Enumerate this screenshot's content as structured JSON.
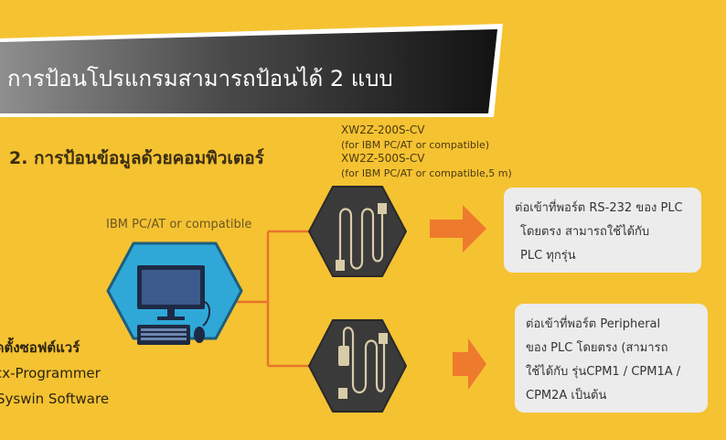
{
  "title": "การป้อนโปรแกรมสามารถป้อนได้ 2 แบบ",
  "section_heading": "2. การป้อนข้อมูลด้วยคอมพิวเตอร์",
  "pc_label": "IBM PC/AT or compatible",
  "cable_labels": [
    "XW2Z-200S-CV",
    "(for IBM PC/AT or compatible)",
    "XW2Z-500S-CV",
    "(for IBM PC/AT or compatible,5 m)"
  ],
  "software": {
    "heading": "ติดตั้งซอฟต์แวร์",
    "items": [
      "cx-Programmer",
      "Syswin Software"
    ]
  },
  "boxes": {
    "top": [
      "ต่อเข้าที่พอร์ต RS-232 ของ PLC",
      "โดยตรง สามารถใช้ได้กับ",
      "PLC ทุกรุ่น"
    ],
    "bottom": [
      "ต่อเข้าที่พอร์ต Peripheral",
      "ของ PLC โดยตรง (สามารถ",
      "ใช้ได้กับ รุ่นCPM1 / CPM1A /",
      "CPM2A เป็นต้น"
    ]
  },
  "colors": {
    "background": "#F5C232",
    "hexagon_pc": "#2FA8D8",
    "hexagon_cable": "#3B3A3A",
    "connector_line": "#E8742C",
    "arrow": "#EE7A2E",
    "box": "#ECECEC"
  },
  "icons": [
    "computer-monitor-icon",
    "keyboard-icon",
    "mouse-icon",
    "rs232-cable-icon",
    "peripheral-cable-icon",
    "right-arrow-icon"
  ]
}
